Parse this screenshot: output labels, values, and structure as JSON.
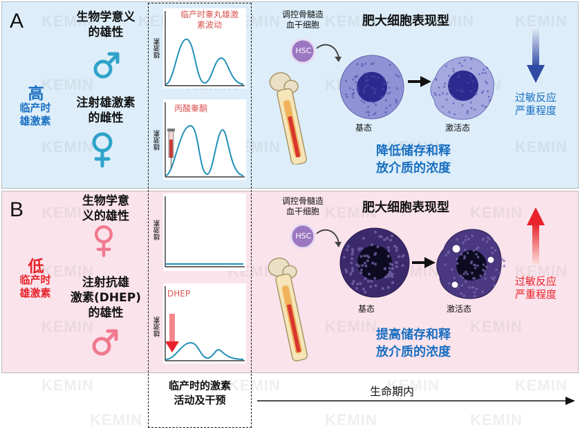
{
  "watermark": "KEMIN",
  "panel_a": {
    "letter": "A",
    "level": "高",
    "level_caption": "临产时\n雄激素",
    "group1": "生物学意义\n的雄性",
    "group2": "注射雄激素\n的雌性",
    "plot1_label": "临产时睾丸雄激\n素波动",
    "plot2_label": "丙酸睾酮",
    "y_label": "雄激素",
    "hsc_caption": "调控骨髓造\n血干细胞",
    "hsc": "HSC",
    "phenotype": "肥大细胞表现型",
    "basal": "基态",
    "activated": "激活态",
    "conclusion": "降低储存和释\n放介质的浓度",
    "severity": "过敏反应\n严重程度",
    "severity_direction": "down",
    "color": "#1a6fc0"
  },
  "panel_b": {
    "letter": "B",
    "level": "低",
    "level_caption": "临产时\n雄激素",
    "group1": "生物学意\n义的雄性",
    "group2": "注射抗雄\n激素(DHEP)\n的雄性",
    "plot2_label": "DHEP",
    "y_label": "雄激素",
    "hsc_caption": "调控骨髓造\n血干细胞",
    "hsc": "HSC",
    "phenotype": "肥大细胞表现型",
    "basal": "基态",
    "activated": "激活态",
    "conclusion": "提高储存和释\n放介质的浓度",
    "severity": "过敏反应\n严重程度",
    "severity_direction": "up",
    "color": "#e8232a"
  },
  "footer": {
    "bracket_caption": "临产时的激素\n活动及干预",
    "timeline": "生命期内"
  },
  "colors": {
    "panel_a_bg": "#ddeefa",
    "panel_b_bg": "#fbe3ec",
    "male_symbol_a": "#2ea3c9",
    "female_symbol_a": "#2ea3c9",
    "female_symbol_b": "#f07a8e",
    "male_symbol_b": "#f07a8e",
    "curve": "#1f8fb5",
    "hsc": "#9c77c1",
    "mast_cell_a": "#8f93d6",
    "mast_cell_b": "#3b2a6b"
  }
}
